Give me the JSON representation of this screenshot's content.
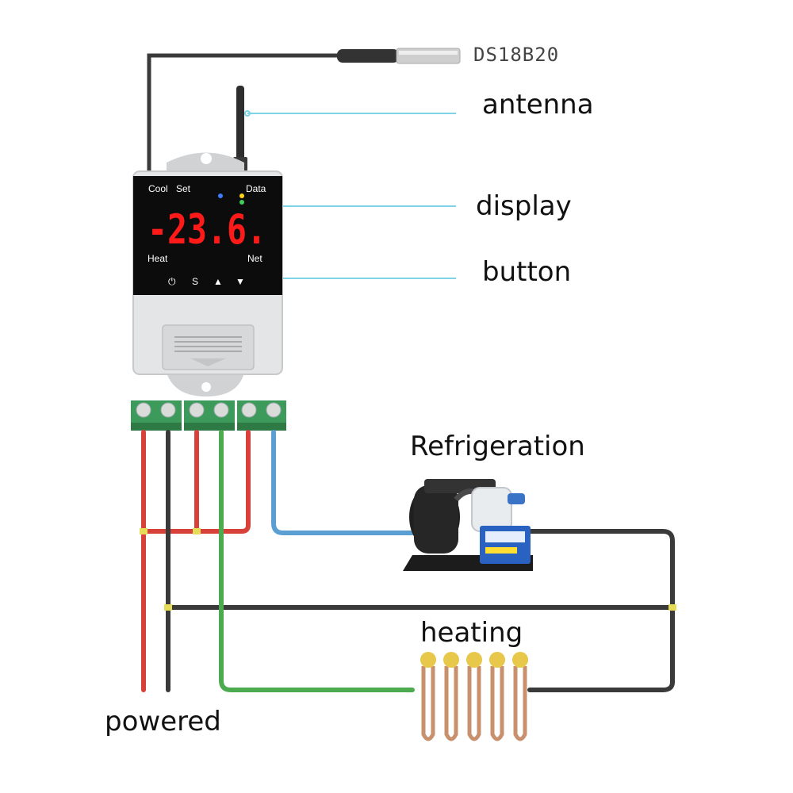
{
  "labels": {
    "sensor": "DS18B20",
    "antenna": "antenna",
    "display": "display",
    "button": "button",
    "refrigeration": "Refrigeration",
    "heating": "heating",
    "powered": "powered"
  },
  "device": {
    "cool": "Cool",
    "set": "Set",
    "data": "Data",
    "heat": "Heat",
    "net": "Net",
    "reading": "-23.6.",
    "buttons": [
      "⏻",
      "S",
      "▲",
      "▼"
    ]
  },
  "colors": {
    "wire_red": "#d8413a",
    "wire_black": "#3a3a3a",
    "wire_green": "#4cab4f",
    "wire_blue": "#5b9fd2",
    "callout": "#7fd3e6",
    "terminal": "#3c9a5a",
    "display_bg": "#0c0c0c",
    "digits": "#ff1a1a",
    "heater": "#c8906c",
    "heater_cap": "#e8c84a"
  }
}
